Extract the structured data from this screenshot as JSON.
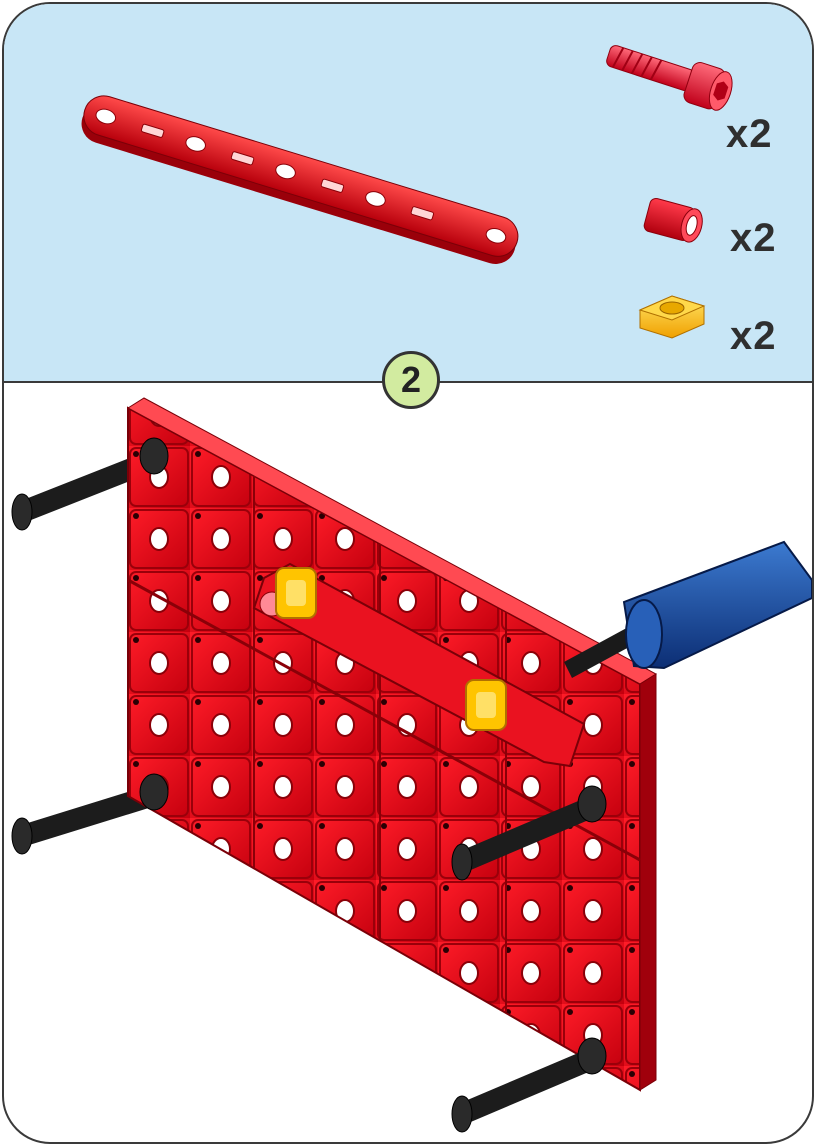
{
  "parts": [
    {
      "icon": "screw-icon",
      "quantity": "x2"
    },
    {
      "icon": "spacer-icon",
      "quantity": "x2"
    },
    {
      "icon": "square-nut-icon",
      "quantity": "x2"
    }
  ],
  "strip_icon": "perforated-strip-icon",
  "step": {
    "number": "2"
  },
  "assembly_icon": "red-grid-panel-assembly",
  "colors": {
    "panel_bg": "#c8e6f6",
    "part_red": "#e0101e",
    "nut_yellow": "#ffc400",
    "handle_blue": "#1a4fa0",
    "badge_green": "#d2eba0"
  }
}
